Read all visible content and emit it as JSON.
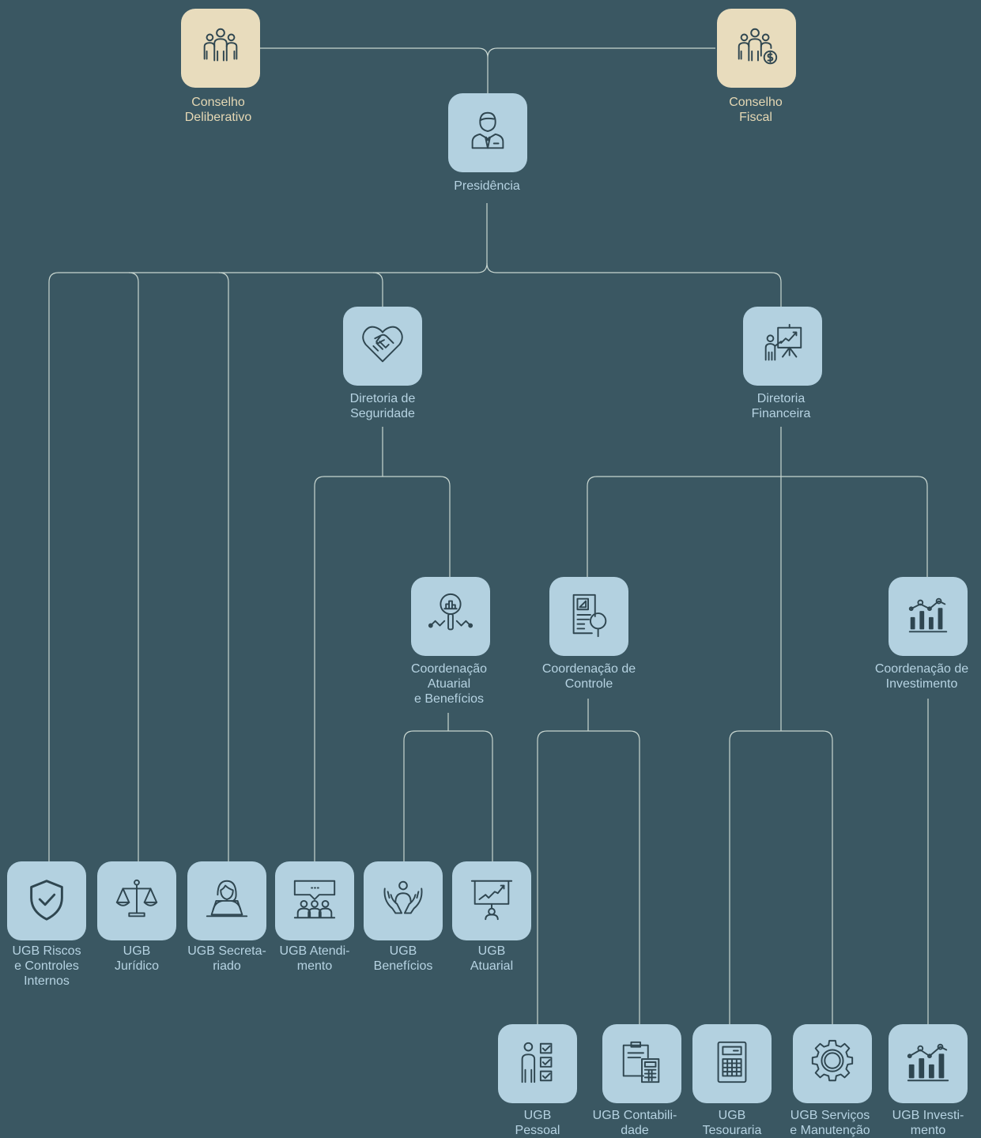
{
  "colors": {
    "background": "#3a5762",
    "node": "#b3d1e0",
    "node_gold": "#e8dcbd",
    "line": "#c8d6d0",
    "label": "#b6d3e2",
    "label_gold": "#e5d8b4",
    "icon_stroke": "#2f4650"
  },
  "nodes": {
    "conselho_deliberativo": {
      "label": "Conselho\nDeliberativo",
      "icon": "group-icon"
    },
    "conselho_fiscal": {
      "label": "Conselho\nFiscal",
      "icon": "group-money-icon"
    },
    "presidencia": {
      "label": "Presidência",
      "icon": "businessman-icon"
    },
    "diretoria_seguridade": {
      "label": "Diretoria de\nSeguridade",
      "icon": "handshake-heart-icon"
    },
    "diretoria_financeira": {
      "label": "Diretoria\nFinanceira",
      "icon": "presenter-chart-icon"
    },
    "coord_atuarial": {
      "label": "Coordenação\nAtuarial\ne Benefícios",
      "icon": "magnifier-chart-icon"
    },
    "coord_controle": {
      "label": "Coordenação de\nControle",
      "icon": "document-search-icon"
    },
    "coord_investimento": {
      "label": "Coordenação de\nInvestimento",
      "icon": "bar-line-chart-icon"
    },
    "ugb_riscos": {
      "label": "UGB Riscos\ne Controles\nInternos",
      "icon": "shield-check-icon"
    },
    "ugb_juridico": {
      "label": "UGB\nJurídico",
      "icon": "scales-icon"
    },
    "ugb_secretariado": {
      "label": "UGB Secreta-\nriado",
      "icon": "woman-laptop-icon"
    },
    "ugb_atendimento": {
      "label": "UGB Atendi-\nmento",
      "icon": "speech-audience-icon"
    },
    "ugb_beneficios": {
      "label": "UGB\nBenefícios",
      "icon": "hands-person-icon"
    },
    "ugb_atuarial": {
      "label": "UGB\nAtuarial",
      "icon": "presentation-board-icon"
    },
    "ugb_pessoal": {
      "label": "UGB\nPessoal",
      "icon": "person-checklist-icon"
    },
    "ugb_contabilidade": {
      "label": "UGB Contabili-\ndade",
      "icon": "clipboard-calculator-icon"
    },
    "ugb_tesouraria": {
      "label": "UGB\nTesouraria",
      "icon": "calculator-icon"
    },
    "ugb_servicos": {
      "label": "UGB Serviços\ne Manutenção",
      "icon": "gear-icon"
    },
    "ugb_investimento": {
      "label": "UGB Investi-\nmento",
      "icon": "bar-line-chart-icon"
    }
  }
}
